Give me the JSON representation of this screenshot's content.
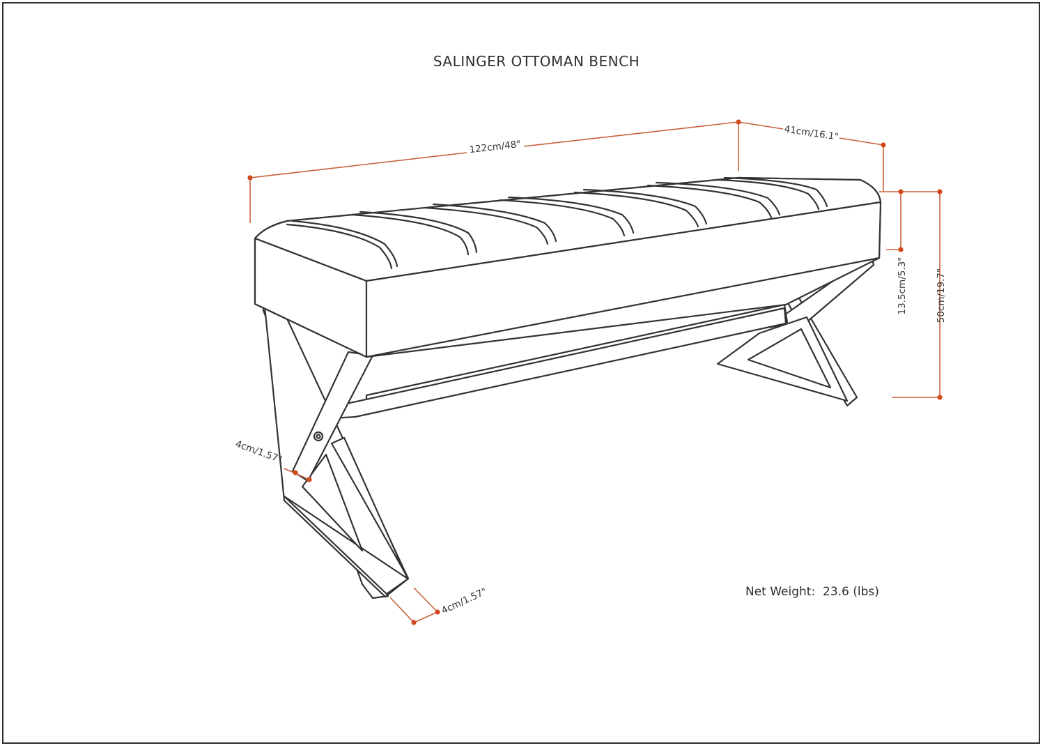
{
  "title": "SALINGER OTTOMAN BENCH",
  "net_weight": {
    "label": "Net Weight:",
    "value": "23.6 (lbs)"
  },
  "dimensions": {
    "length": "122cm/48\"",
    "depth": "41cm/16.1\"",
    "seat_thickness": "13.5cm/5.3\"",
    "height": "50cm/19.7\"",
    "leg_width": "4cm/1.57\"",
    "leg_depth": "4cm/1.57\""
  },
  "colors": {
    "outline": "#333333",
    "dimension_line": "#c8603a",
    "dimension_point": "#d24a1c"
  }
}
